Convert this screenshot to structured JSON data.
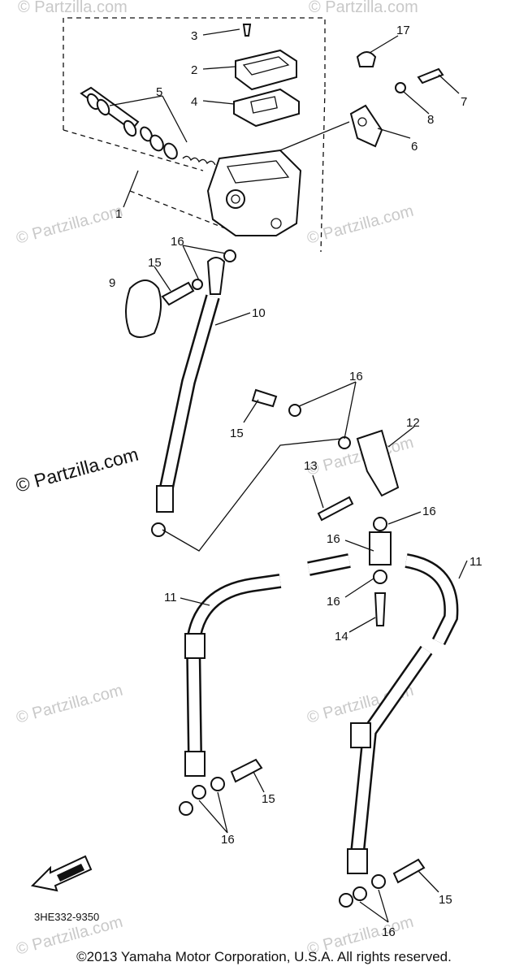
{
  "watermark": {
    "text": "© Partzilla.com",
    "primary": "© Partzilla.com"
  },
  "callouts": {
    "c1": "1",
    "c2": "2",
    "c3": "3",
    "c4": "4",
    "c5": "5",
    "c6": "6",
    "c7": "7",
    "c8": "8",
    "c9": "9",
    "c10": "10",
    "c11a": "11",
    "c11b": "11",
    "c12": "12",
    "c13": "13",
    "c14": "14",
    "c15a": "15",
    "c15b": "15",
    "c15c": "15",
    "c15d": "15",
    "c16a": "16",
    "c16b": "16",
    "c16c": "16",
    "c16d": "16",
    "c16e": "16",
    "c16f": "16",
    "c16g": "16",
    "c17": "17"
  },
  "diagram_code": "3HE332-9350",
  "fr_icon": "front-arrow-icon",
  "copyright": "©2013 Yamaha Motor Corporation, U.S.A. All rights reserved.",
  "colors": {
    "ink": "#111111",
    "watermark": "#c9c9c9"
  }
}
